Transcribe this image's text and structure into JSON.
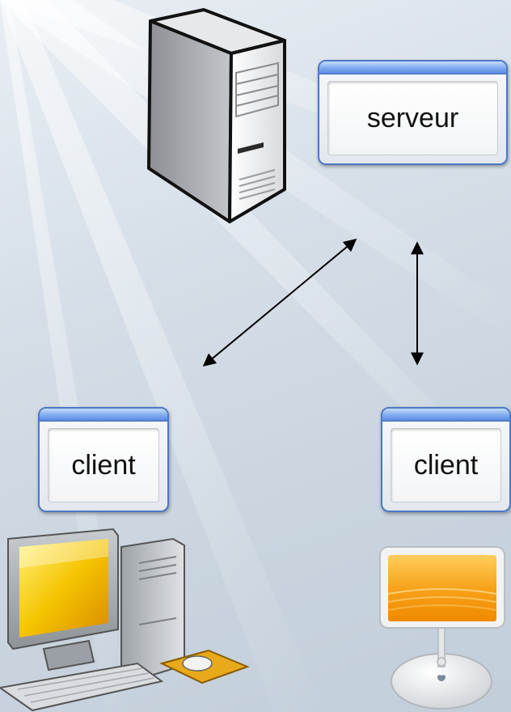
{
  "diagram": {
    "server": {
      "icon": "server-tower-icon",
      "window_label": "serveur"
    },
    "clients": [
      {
        "icon": "desktop-pc-icon",
        "window_label": "client"
      },
      {
        "icon": "imac-g4-icon",
        "window_label": "client"
      }
    ],
    "connections": [
      {
        "from": "serveur",
        "to": "client",
        "direction": "bidirectional"
      },
      {
        "from": "serveur",
        "to": "client",
        "direction": "bidirectional"
      }
    ],
    "colors": {
      "window_border": "#4c78c7",
      "window_titlebar": "#7faaee",
      "screen_yellow": "#f5c400",
      "screen_orange": "#f7a21b",
      "arrow": "#000000"
    }
  }
}
